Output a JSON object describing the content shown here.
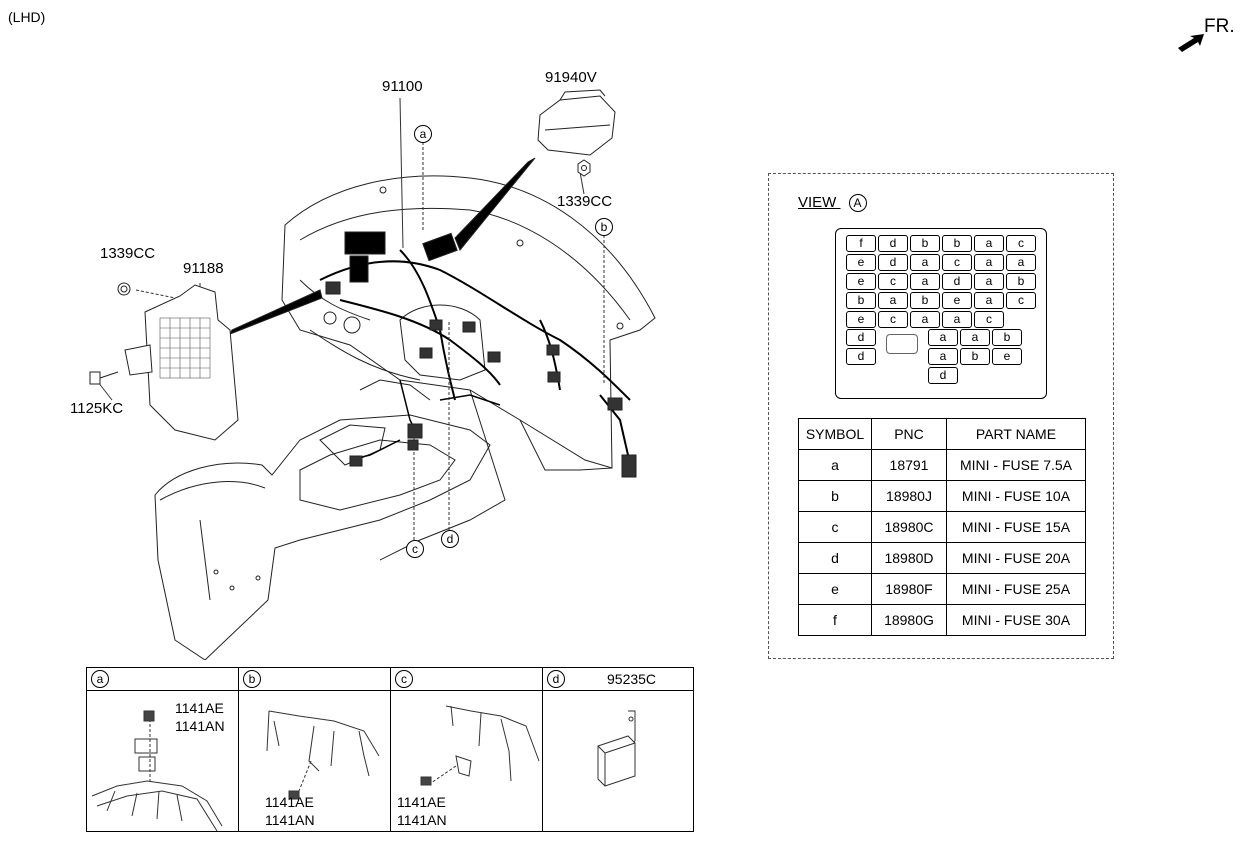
{
  "header": {
    "drive_side": "(LHD)",
    "direction": "FR."
  },
  "callouts": {
    "main_harness": "91100",
    "module": "91940V",
    "nut_top": "1339CC",
    "nut_left": "1339CC",
    "junction_box": "91188",
    "bolt_left": "1125KC"
  },
  "markers": {
    "a": "a",
    "b": "b",
    "c": "c",
    "d": "d",
    "view": "A"
  },
  "view_panel": {
    "title": "VIEW",
    "fuse_rows": [
      [
        "f",
        "d",
        "b",
        "b",
        "a",
        "c"
      ],
      [
        "e",
        "d",
        "a",
        "c",
        "a",
        "a"
      ],
      [
        "e",
        "c",
        "a",
        "d",
        "a",
        "b"
      ],
      [
        "b",
        "a",
        "b",
        "e",
        "a",
        "c"
      ],
      [
        "e",
        "c",
        "a",
        "a",
        "c"
      ]
    ],
    "fuse_lower_left": [
      "d",
      "d"
    ],
    "fuse_lower_right": [
      [
        "a",
        "a",
        "b"
      ],
      [
        "a",
        "b",
        "e"
      ],
      [
        "d"
      ]
    ]
  },
  "legend": {
    "headers": [
      "SYMBOL",
      "PNC",
      "PART NAME"
    ],
    "rows": [
      [
        "a",
        "18791",
        "MINI - FUSE 7.5A"
      ],
      [
        "b",
        "18980J",
        "MINI - FUSE 10A"
      ],
      [
        "c",
        "18980C",
        "MINI - FUSE 15A"
      ],
      [
        "d",
        "18980D",
        "MINI - FUSE 20A"
      ],
      [
        "e",
        "18980F",
        "MINI - FUSE 25A"
      ],
      [
        "f",
        "18980G",
        "MINI - FUSE 30A"
      ]
    ]
  },
  "details": {
    "a": {
      "marker": "a",
      "part1": "1141AE",
      "part2": "1141AN"
    },
    "b": {
      "marker": "b",
      "part1": "1141AE",
      "part2": "1141AN"
    },
    "c": {
      "marker": "c",
      "part1": "1141AE",
      "part2": "1141AN"
    },
    "d": {
      "marker": "d",
      "part": "95235C"
    }
  }
}
